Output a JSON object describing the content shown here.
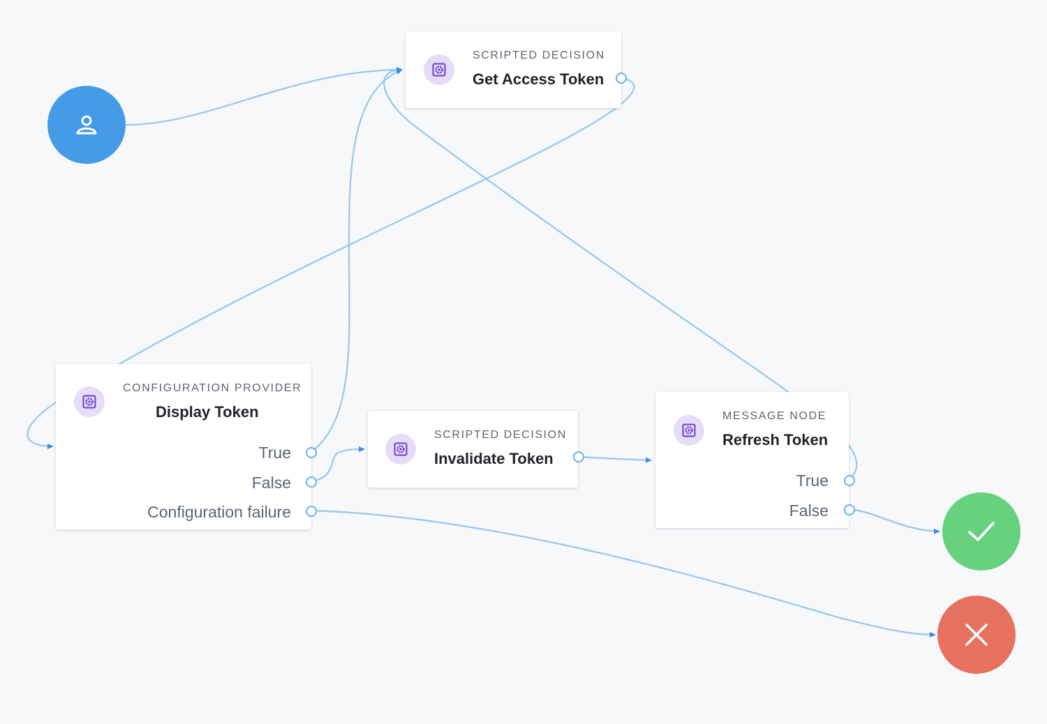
{
  "nodes": {
    "get_access_token": {
      "type": "SCRIPTED DECISION",
      "title": "Get Access Token"
    },
    "display_token": {
      "type": "CONFIGURATION PROVIDER",
      "title": "Display Token",
      "outcomes": [
        "True",
        "False",
        "Configuration failure"
      ]
    },
    "invalidate_token": {
      "type": "SCRIPTED DECISION",
      "title": "Invalidate Token"
    },
    "refresh_token": {
      "type": "MESSAGE NODE",
      "title": "Refresh Token",
      "outcomes": [
        "True",
        "False"
      ]
    }
  },
  "terminals": {
    "start": {
      "icon": "user-icon"
    },
    "success": {
      "icon": "checkmark-icon"
    },
    "failure": {
      "icon": "close-icon"
    }
  },
  "colors": {
    "start": "#469be6",
    "success": "#67d17e",
    "failure": "#e8705f",
    "edge": "#93c7f0",
    "icon_bg": "#e6dcf7",
    "icon_fg": "#6a3fc8"
  }
}
